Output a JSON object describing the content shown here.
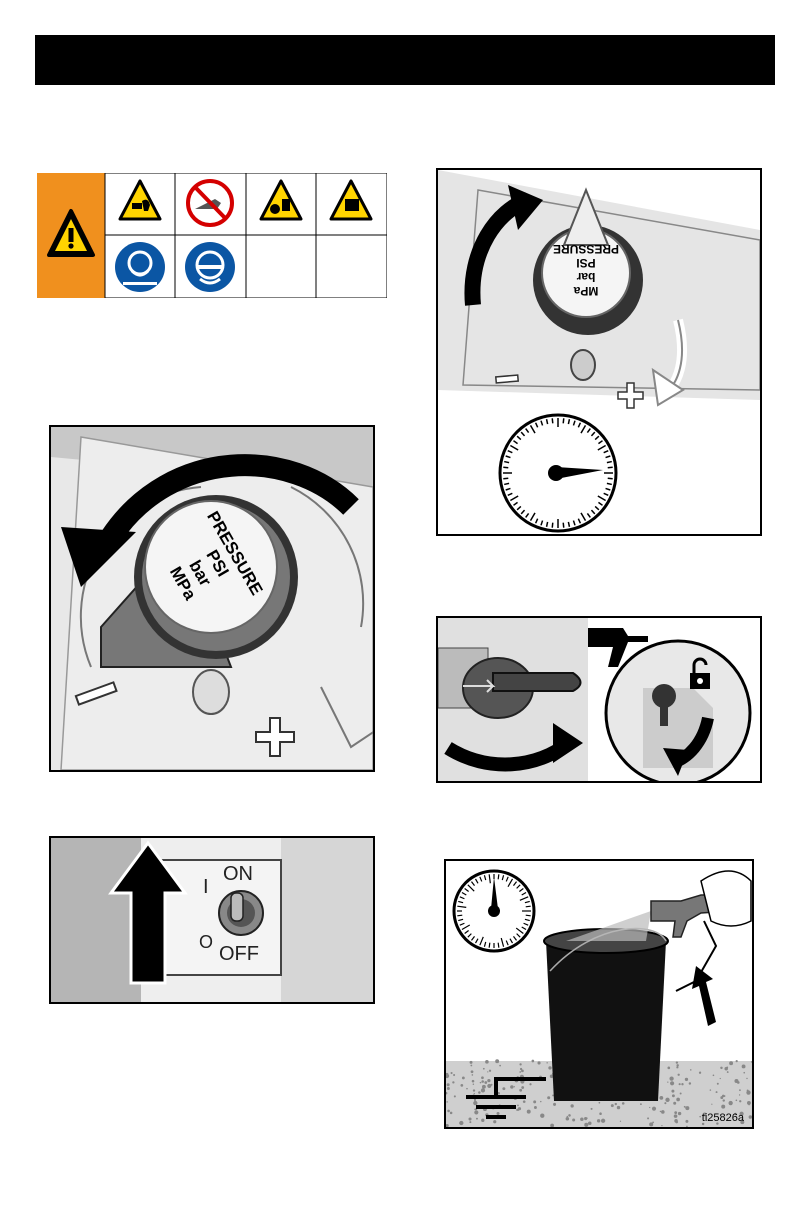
{
  "header": {
    "title": ""
  },
  "warning_panel": {
    "icons": [
      "hand-injection-warning-icon",
      "no-hand-spray-icon",
      "fire-explosion-warning-icon",
      "moving-parts-warning-icon",
      "respirator-required-icon",
      "eye-protection-required-icon"
    ]
  },
  "figure_pressure_knob": {
    "label_lines": [
      "PRESSURE",
      "PSI",
      "bar",
      "MPa"
    ],
    "minus_sign": "−",
    "plus_sign": "+"
  },
  "figure_power_switch": {
    "on_symbol": "I",
    "on_label": "ON",
    "off_symbol": "O",
    "off_label": "OFF"
  },
  "figure_flush_spray": {
    "figure_id": "ti25826a"
  },
  "colors": {
    "warning_orange": "#f0901e",
    "mandatory_blue": "#0b56a4",
    "caution_yellow": "#ffd400"
  }
}
